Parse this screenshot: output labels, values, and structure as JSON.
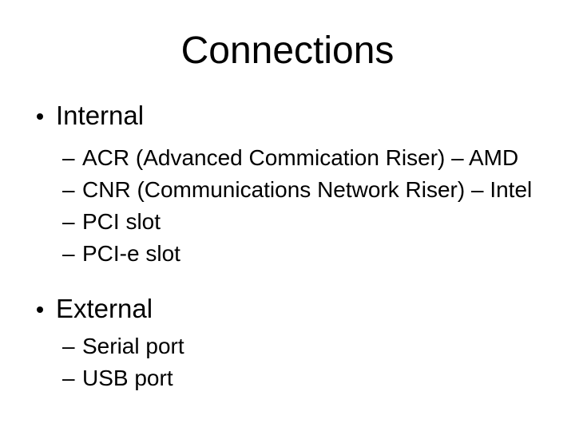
{
  "slide": {
    "title": "Connections",
    "background_color": "#ffffff",
    "text_color": "#000000",
    "sections": [
      {
        "label": "Internal",
        "bullet_glyph": "•",
        "items": [
          {
            "dash": "–",
            "text": "ACR (Advanced Commication Riser) – AMD"
          },
          {
            "dash": "–",
            "text": "CNR (Communications Network Riser) – Intel"
          },
          {
            "dash": "–",
            "text": "PCI slot"
          },
          {
            "dash": "–",
            "text": "PCI-e slot"
          }
        ]
      },
      {
        "label": "External",
        "bullet_glyph": "•",
        "items": [
          {
            "dash": "–",
            "text": "Serial port"
          },
          {
            "dash": "–",
            "text": "USB port"
          }
        ]
      }
    ]
  }
}
